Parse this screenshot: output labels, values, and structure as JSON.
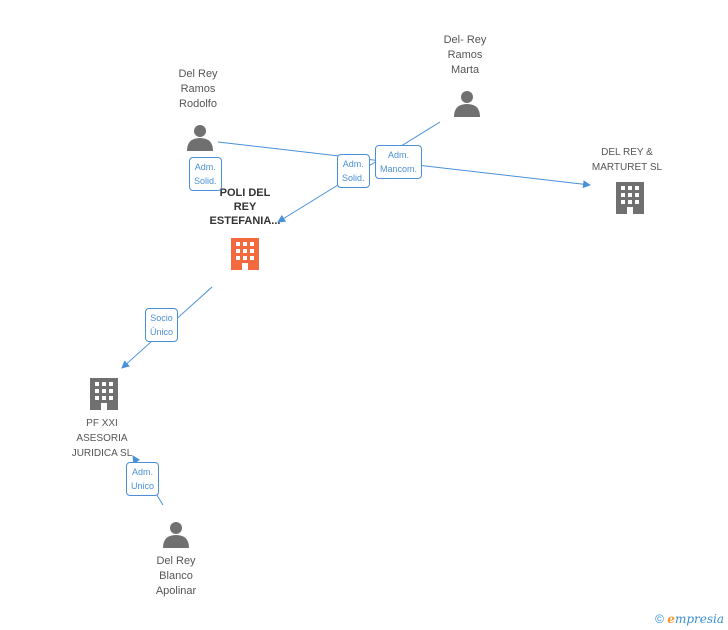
{
  "nodes": {
    "poli": {
      "lines": [
        "POLI DEL",
        "REY",
        "ESTEFANIA..."
      ],
      "kind": "company",
      "color": "#f26a3d"
    },
    "rodolfo": {
      "lines": [
        "Del Rey",
        "Ramos",
        "Rodolfo"
      ],
      "kind": "person",
      "color": "#707070"
    },
    "marta": {
      "lines": [
        "Del- Rey",
        "Ramos",
        "Marta"
      ],
      "kind": "person",
      "color": "#707070"
    },
    "marturet": {
      "lines": [
        "DEL REY &",
        "MARTURET SL"
      ],
      "kind": "company",
      "color": "#707070"
    },
    "pfxxi": {
      "lines": [
        "PF XXI",
        "ASESORIA",
        "JURIDICA SL"
      ],
      "kind": "company",
      "color": "#707070"
    },
    "apolinar": {
      "lines": [
        "Del Rey",
        "Blanco",
        "Apolinar"
      ],
      "kind": "person",
      "color": "#707070"
    }
  },
  "edges": {
    "rodolfo_poli": {
      "lines": [
        "Adm.",
        "Solid."
      ]
    },
    "marta_poli": {
      "lines": [
        "Adm.",
        "Solid."
      ]
    },
    "rodolfo_marturet": {
      "lines": [
        "Adm.",
        "Mancom."
      ]
    },
    "poli_pfxxi": {
      "lines": [
        "Socio",
        "Único"
      ]
    },
    "apolinar_pfxxi": {
      "lines": [
        "Adm.",
        "Unico"
      ]
    }
  },
  "colors": {
    "edge": "#4a90d9"
  },
  "footer": {
    "copyright": "©",
    "brand_first": "e",
    "brand_rest": "mpresia"
  }
}
